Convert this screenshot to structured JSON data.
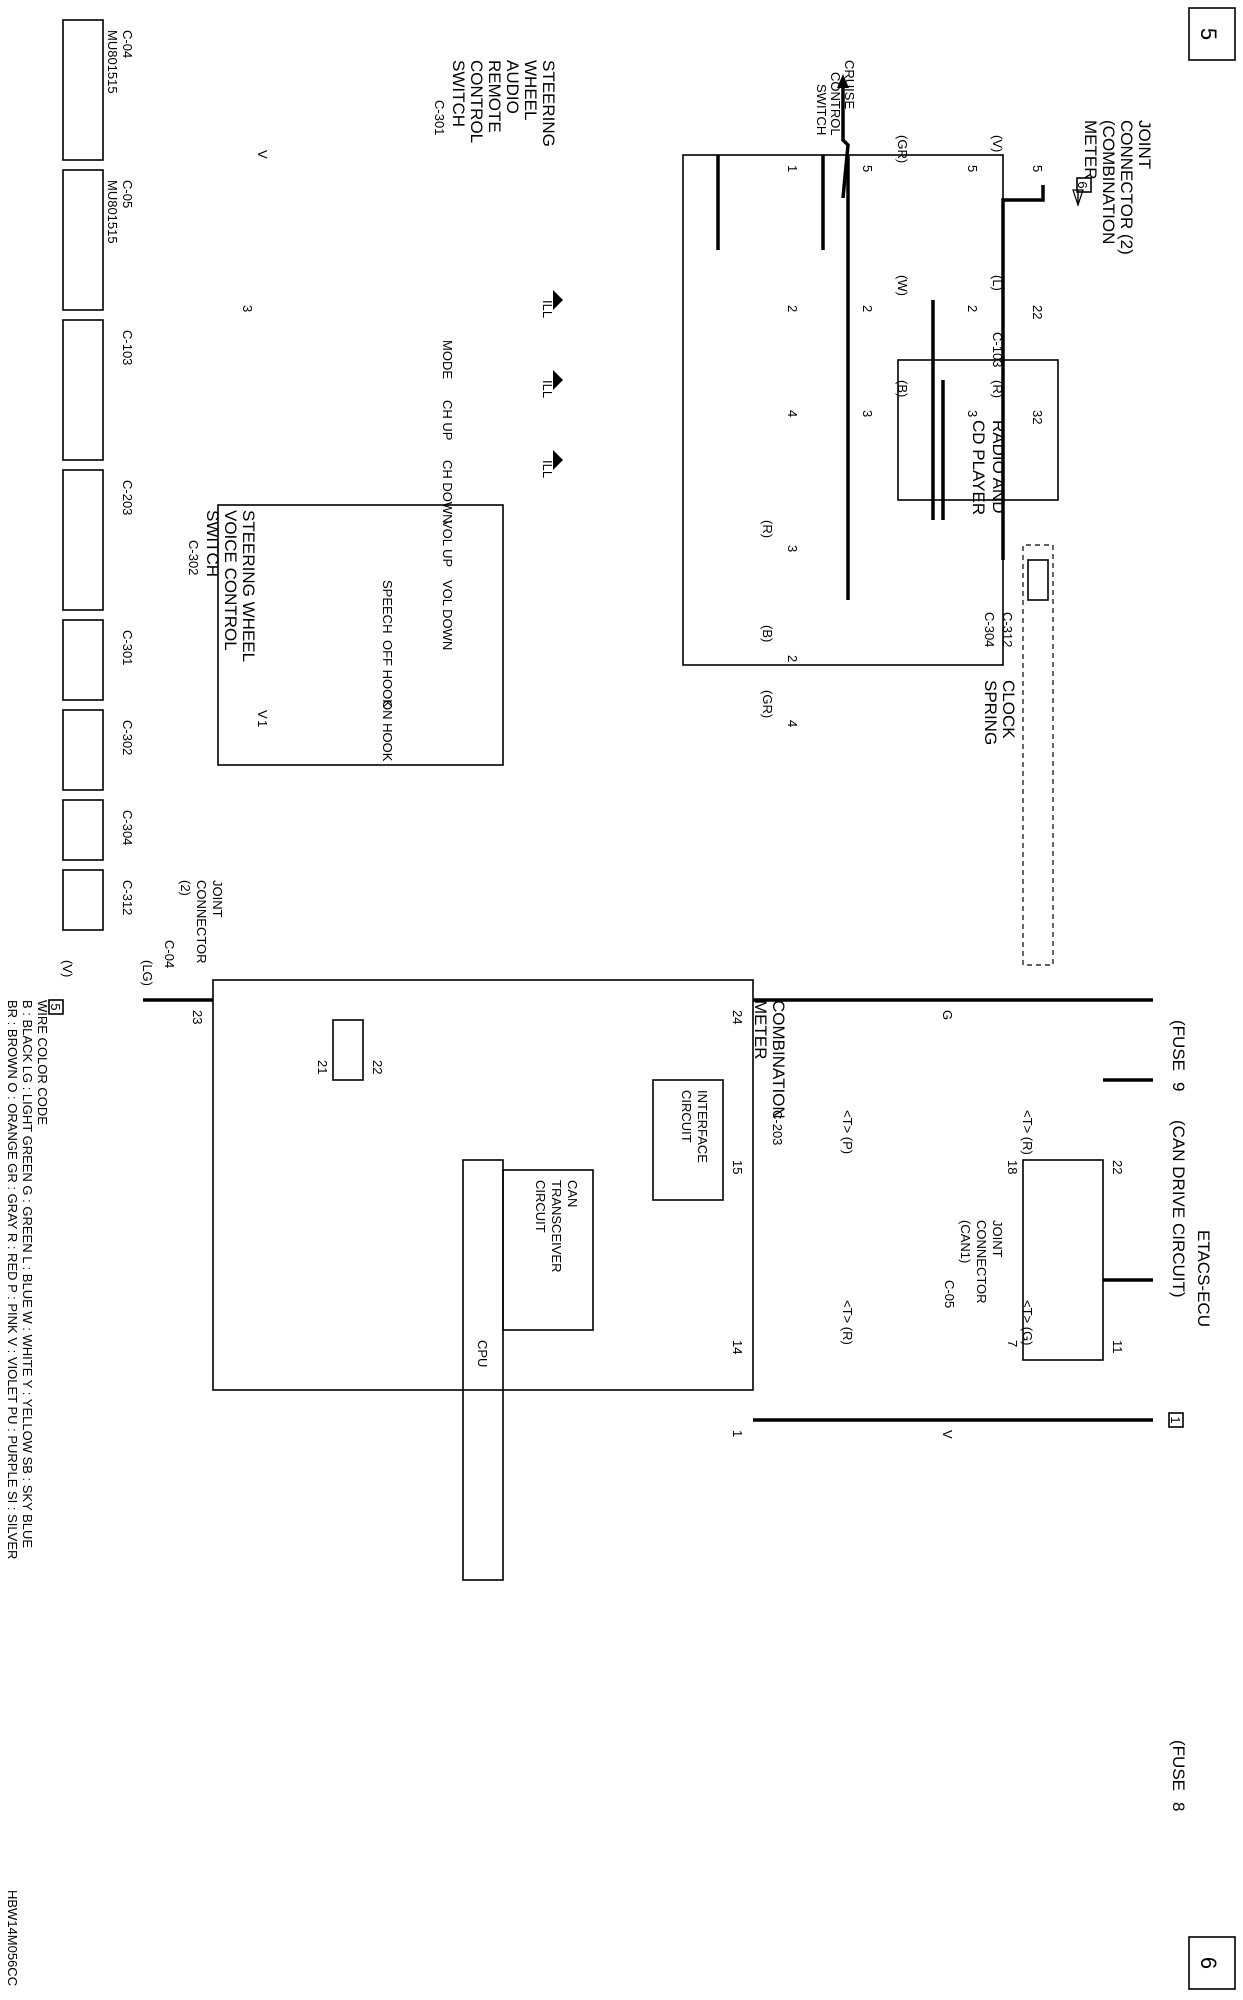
{
  "page_top": "5",
  "page_bottom": "6",
  "figure_id": "HBW14M056CC",
  "left": {
    "joint_connector_2": [
      "JOINT",
      "CONNECTOR (2)",
      "(COMBINATION",
      "METER"
    ],
    "cruise_control": [
      "CRUISE",
      "CONTROL",
      "SWITCH"
    ],
    "radio": [
      "RADIO AND",
      "CD PLAYER"
    ],
    "radio_ref": "C-103",
    "clock_spring": [
      "CLOCK",
      "SPRING"
    ],
    "c312": "C-312",
    "c304": "C-304",
    "c301": "C-301",
    "c302": "C-302",
    "audio_switch": [
      "STEERING",
      "WHEEL",
      "AUDIO",
      "REMOTE",
      "CONTROL",
      "SWITCH"
    ],
    "voice_switch": [
      "STEERING WHEEL",
      "VOICE CONTROL",
      "SWITCH"
    ],
    "switches": [
      "MODE",
      "CH UP",
      "CH DOWN",
      "VOL UP",
      "VOL DOWN"
    ],
    "voice_switches": [
      "SPEECH",
      "OFF HOOK",
      "ON HOOK"
    ],
    "ill": "ILL",
    "wires": {
      "gr": "(GR)",
      "v": "(V)",
      "w": "(W)",
      "l": "(L)",
      "b": "(B)",
      "r": "(R)",
      "v_plain": "V"
    },
    "pins": [
      "5",
      "1",
      "5",
      "5",
      "2",
      "2",
      "2",
      "22",
      "3",
      "4",
      "3",
      "3",
      "32",
      "3",
      "2",
      "4",
      "1"
    ],
    "gnd_ref": "6"
  },
  "right": {
    "etacs": "ETACS-ECU",
    "fuse9": "(FUSE",
    "fuse9_num": "9",
    "fuse8": "(FUSE",
    "fuse8_num": "8",
    "can_drive": "(CAN DRIVE CIRCUIT)",
    "joint_can": [
      "JOINT",
      "CONNECTOR",
      "(CAN1)"
    ],
    "c05": "C-05",
    "combo_meter": [
      "COMBINATION",
      "METER"
    ],
    "c203": "C-203",
    "interface": [
      "INTERFACE",
      "CIRCUIT"
    ],
    "can_trans": [
      "CAN",
      "TRANSCEIVER",
      "CIRCUIT"
    ],
    "cpu": "CPU",
    "joint_conn2": [
      "JOINT",
      "CONNECTOR",
      "(2)"
    ],
    "c04": "C-04",
    "wires": {
      "g": "G",
      "tr": "<T> (R)",
      "tg": "<T> (G)",
      "tp": "<T> (P)",
      "tr2": "<T> (R)",
      "v": "V",
      "lg": "(LG)",
      "vv": "(V)"
    },
    "pins": [
      "24",
      "22",
      "11",
      "18",
      "7",
      "15",
      "14",
      "1",
      "23",
      "22",
      "21"
    ],
    "gnd_ref": "5",
    "fuse_ref": "1"
  },
  "connectors": {
    "c04": {
      "name": "C-04",
      "part": "MU801515"
    },
    "c05": {
      "name": "C-05",
      "part": "MU801515"
    },
    "c103": {
      "name": "C-103"
    },
    "c203": {
      "name": "C-203"
    },
    "c301": {
      "name": "C-301"
    },
    "c302": {
      "name": "C-302"
    },
    "c304": {
      "name": "C-304"
    },
    "c312": {
      "name": "C-312"
    }
  },
  "legend": {
    "title": "WIRE COLOR CODE",
    "row1": "B : BLACK    LG : LIGHT GREEN    G : GREEN    L : BLUE    W : WHITE    Y : YELLOW    SB : SKY BLUE",
    "row2": "BR : BROWN    O : ORANGE    GR : GRAY    R : RED    P : PINK    V : VIOLET    PU : PURPLE    SI : SILVER"
  }
}
